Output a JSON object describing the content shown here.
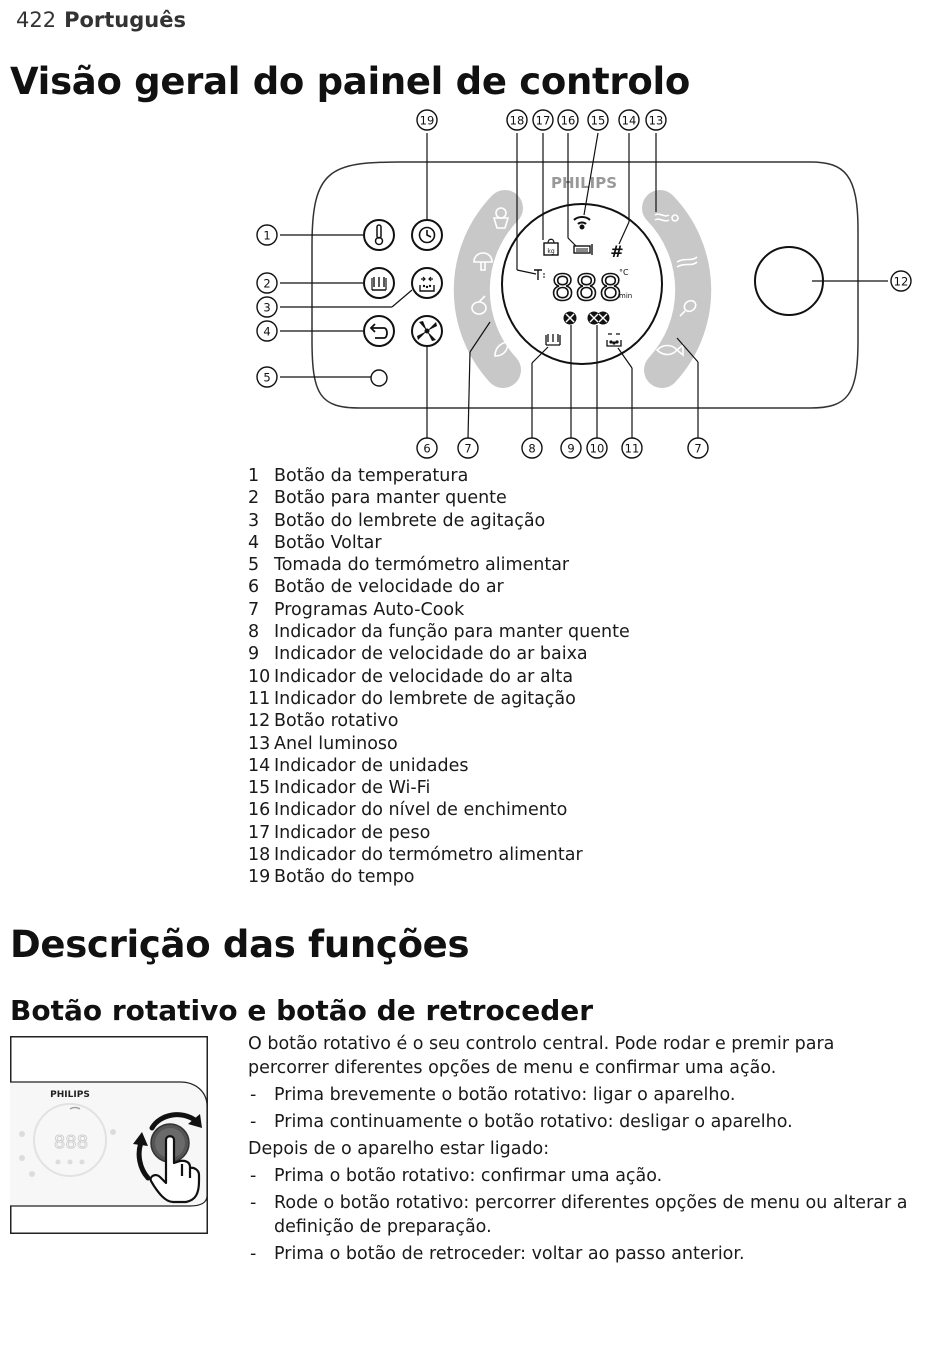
{
  "header": {
    "page_number": "422",
    "language": "Português"
  },
  "section1_title": "Visão geral do painel de controlo",
  "panel": {
    "brand": "PHILIPS",
    "display_digits": "888",
    "unit_celsius": "°C",
    "unit_min": "min",
    "weight_unit": "kg",
    "callouts_top": [
      "19",
      "18",
      "17",
      "16",
      "15",
      "14",
      "13"
    ],
    "callouts_left": [
      "1",
      "2",
      "3",
      "4",
      "5"
    ],
    "callouts_bottom": [
      "6",
      "7",
      "8",
      "9",
      "10",
      "11",
      "7"
    ],
    "callout_right": "12",
    "icons": [
      "thermometer-icon",
      "clock-icon",
      "keep-warm-icon",
      "shake-icon",
      "back-icon",
      "fan-icon",
      "food-probe-socket",
      "wifi-icon",
      "fill-level-icon",
      "weight-icon",
      "unit-hash-icon",
      "cupcake-icon",
      "mushroom-icon",
      "vegetable-icon",
      "drumstick-icon",
      "fish-icon",
      "bacon-icon",
      "rotary-knob"
    ]
  },
  "legend": [
    {
      "num": "1",
      "text": "Botão da temperatura"
    },
    {
      "num": "2",
      "text": "Botão para manter quente"
    },
    {
      "num": "3",
      "text": "Botão do lembrete de agitação"
    },
    {
      "num": "4",
      "text": "Botão Voltar"
    },
    {
      "num": "5",
      "text": "Tomada do termómetro alimentar"
    },
    {
      "num": "6",
      "text": "Botão de velocidade do ar"
    },
    {
      "num": "7",
      "text": "Programas Auto-Cook"
    },
    {
      "num": "8",
      "text": "Indicador da função para manter quente"
    },
    {
      "num": "9",
      "text": "Indicador de velocidade do ar baixa"
    },
    {
      "num": "10",
      "text": "Indicador de velocidade do ar alta"
    },
    {
      "num": "11",
      "text": "Indicador do lembrete de agitação"
    },
    {
      "num": "12",
      "text": "Botão rotativo"
    },
    {
      "num": "13",
      "text": "Anel luminoso"
    },
    {
      "num": "14",
      "text": "Indicador de unidades"
    },
    {
      "num": "15",
      "text": "Indicador de Wi-Fi"
    },
    {
      "num": "16",
      "text": "Indicador do nível de enchimento"
    },
    {
      "num": "17",
      "text": "Indicador de peso"
    },
    {
      "num": "18",
      "text": "Indicador do termómetro alimentar"
    },
    {
      "num": "19",
      "text": "Botão do tempo"
    }
  ],
  "section2_title": "Descrição das funções",
  "subsection_title": "Botão rotativo e botão de retroceder",
  "photo": {
    "brand": "PHILIPS",
    "display_digits": "888"
  },
  "description": {
    "intro": "O botão rotativo é o seu controlo central. Pode rodar e premir para percorrer diferentes opções de menu e confirmar uma ação.",
    "list1": [
      "Prima brevemente o botão rotativo: ligar o aparelho.",
      "Prima continuamente o botão rotativo: desligar o aparelho."
    ],
    "after": "Depois de o aparelho estar ligado:",
    "list2": [
      "Prima o botão rotativo: confirmar uma ação.",
      "Rode o botão rotativo: percorrer diferentes opções de menu ou alterar a definição de preparação.",
      "Prima o botão de retroceder: voltar ao passo anterior."
    ]
  }
}
